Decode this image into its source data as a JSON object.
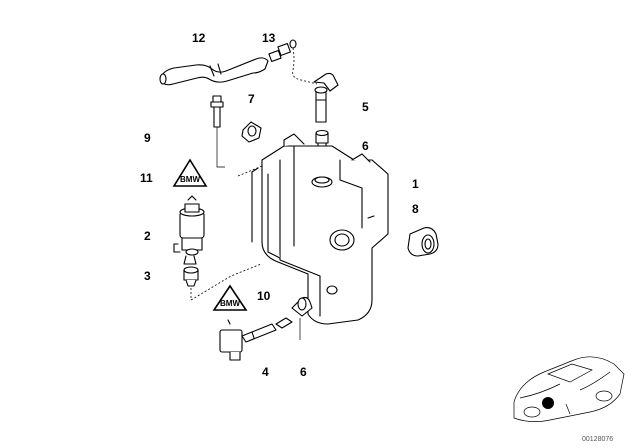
{
  "diagram": {
    "callouts": [
      {
        "id": "c12a",
        "label": "12"
      },
      {
        "id": "c13",
        "label": "13"
      },
      {
        "id": "c7",
        "label": "7"
      },
      {
        "id": "c5",
        "label": "5"
      },
      {
        "id": "c9",
        "label": "9"
      },
      {
        "id": "c6a",
        "label": "6"
      },
      {
        "id": "c1",
        "label": "1"
      },
      {
        "id": "c11",
        "label": "11"
      },
      {
        "id": "c8",
        "label": "8"
      },
      {
        "id": "c2",
        "label": "2"
      },
      {
        "id": "c3",
        "label": "3"
      },
      {
        "id": "c10",
        "label": "10"
      },
      {
        "id": "c4",
        "label": "4"
      },
      {
        "id": "c6b",
        "label": "6"
      }
    ],
    "warning_symbol_text": "BMW",
    "reference_number": "00128076"
  }
}
